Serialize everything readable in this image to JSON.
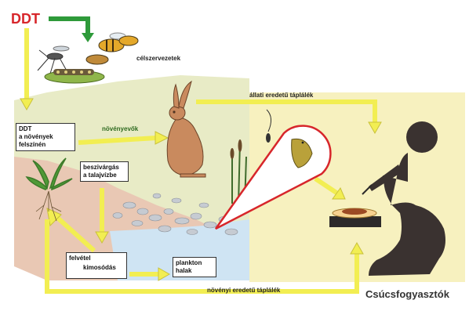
{
  "pesticide": "DDT",
  "labels": {
    "target_organisms": "célszervezetek",
    "herbivores": "növényevők",
    "animal_food": "állati eredetű táplálék",
    "plant_food": "növényi eredetű táplálék",
    "apex_consumers": "Csúcsfogyasztók"
  },
  "boxes": {
    "ddt_on_plants": [
      "DDT",
      "a növények",
      "felszínén"
    ],
    "seepage": [
      "beszivárgás",
      "a talajvízbe"
    ],
    "uptake": "felvétel",
    "leaching": "kimosódás",
    "plankton_fish": [
      "plankton",
      "halak"
    ]
  },
  "colors": {
    "ddt_red": "#d7262b",
    "arrow_yellow": "#f2ee52",
    "green_arrow": "#2e9a3a",
    "soil": "#e9c8b4",
    "meadow": "#e8ebc6",
    "human_bg": "#f7f1bf",
    "water": "#cfe4f3",
    "silhouette": "#3a3230"
  },
  "icons": [
    "mosquito-icon",
    "bee-icon",
    "caterpillar-icon",
    "rabbit-icon",
    "fish-icon",
    "plant-icon",
    "reed-icon",
    "pregnant-woman-silhouette",
    "food-plate-icon"
  ]
}
